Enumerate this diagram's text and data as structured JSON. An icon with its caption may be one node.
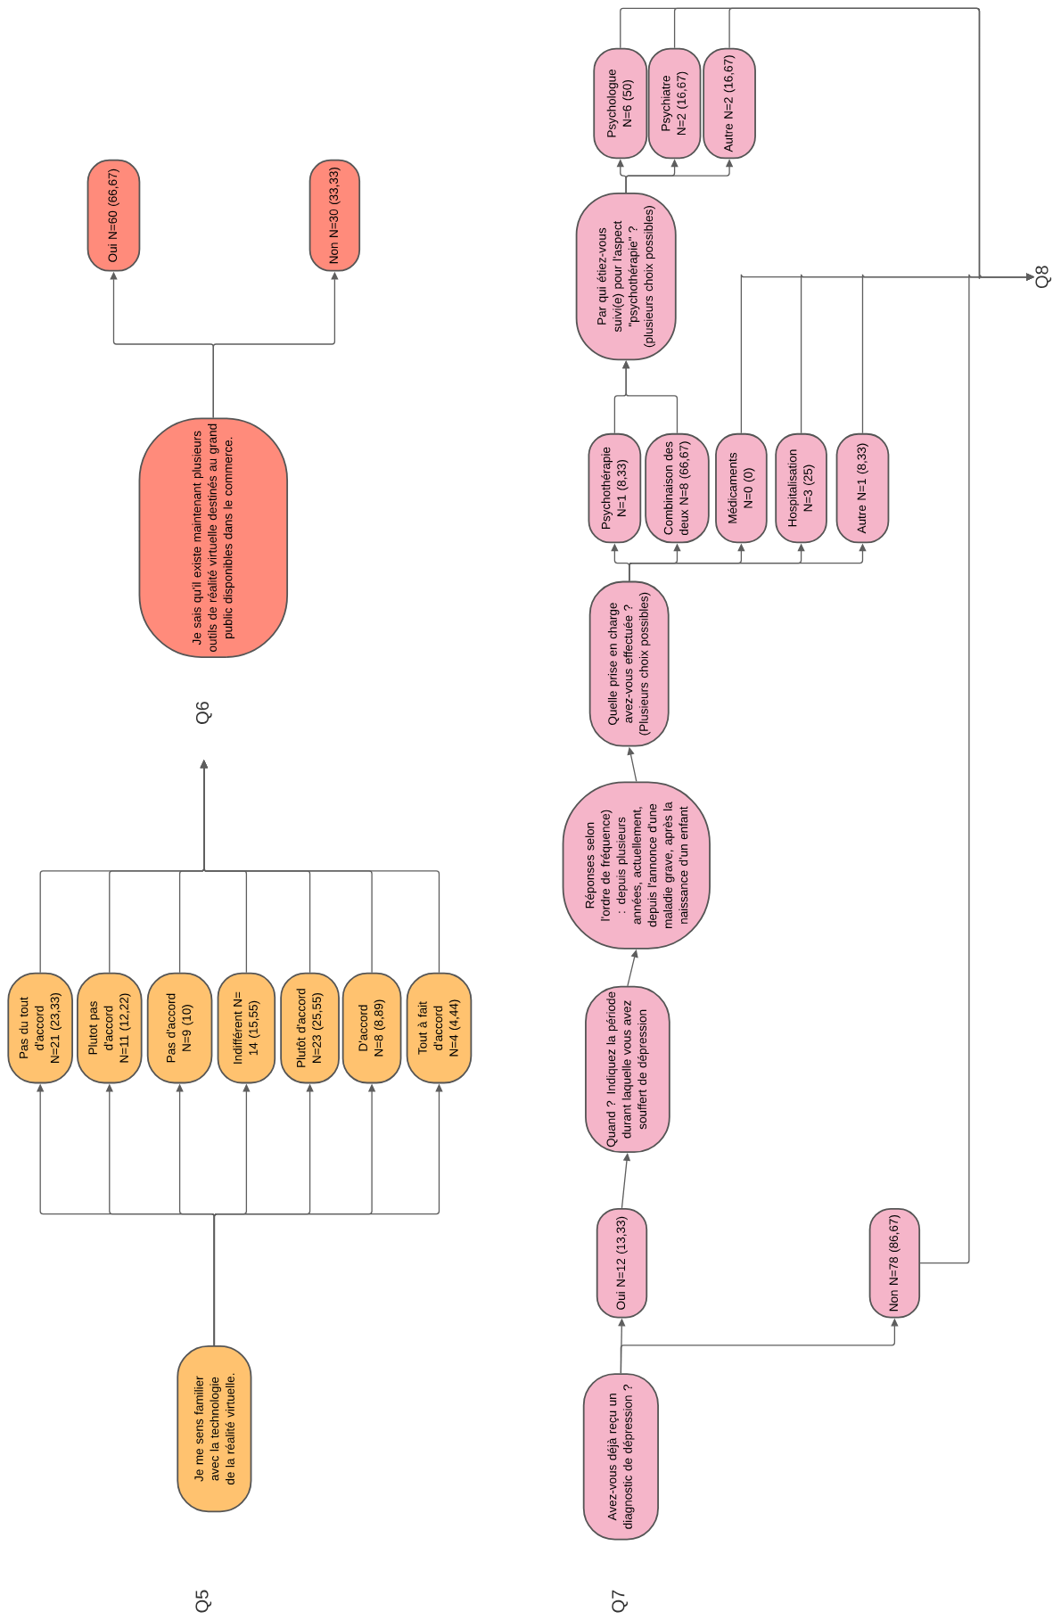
{
  "diagram": {
    "nodes": [
      {
        "text": [
          "Je me sens familier avec la technologie de la réalité virtuelle."
        ]
      },
      {
        "text": [
          "Pas du tout d'accord N=21 (23,33)"
        ]
      },
      {
        "text": [
          "Plutot pas d'accord N=11 (12,22)"
        ]
      },
      {
        "text": [
          "Pas d'accord N=9 (10)"
        ]
      },
      {
        "text": [
          "Indifférent N= 14 (15,55)"
        ]
      },
      {
        "text": [
          "Plutôt d'accord N=23 (25,55)"
        ]
      },
      {
        "text": [
          "D'accord N=8 (8,89)"
        ]
      },
      {
        "text": [
          "Tout à fait d'accord N=4 (4,44)"
        ]
      },
      {
        "text": [
          "Q6"
        ]
      },
      {
        "text": [
          "Je sais qu'il existe maintenant plusieurs outils de réalité virtuelle destinés au grand public disponibles dans le commerce."
        ]
      },
      {
        "text": [
          "Oui N=60 (66,67)"
        ]
      },
      {
        "text": [
          "Non N=30 (33,33)"
        ]
      },
      {
        "text": [
          "Avez-vous déjà reçu un diagnostic de dépression ?"
        ]
      },
      {
        "text": [
          "Oui N=12 (13,33)"
        ]
      },
      {
        "text": [
          "Non N=78 (86,67)"
        ]
      },
      {
        "text": [
          "Quand ? Indiquez la période durant laquelle vous avez souffert de dépression"
        ]
      },
      {
        "text": [
          "Réponses selon l'ordre de fréquence) : depuis plusieurs années, actuellement, depuis l'annonce d'une maladie grave, après la naissance d'un enfant"
        ]
      },
      {
        "text": [
          "Quelle prise en charge avez-vous effectuée ? (Plusieurs choix possibles)"
        ]
      },
      {
        "text": [
          "Psychothérapie N=1 (8,33)"
        ]
      },
      {
        "text": [
          "Combinaison des deux N=8 (66,67)"
        ]
      },
      {
        "text": [
          "Médicaments N=0 (0)"
        ]
      },
      {
        "text": [
          "Hospitalisation N=3 (25)"
        ]
      },
      {
        "text": [
          "Autre N=1 (8,33)"
        ]
      },
      {
        "text": [
          "Par qui étiez-vous suivi(e) pour l'aspect \"psychothérapie\" ? (plusieurs choix possibles)"
        ]
      },
      {
        "text": [
          "Psychologue N=6 (50)"
        ]
      },
      {
        "text": [
          "Psychiatre N=2 (16,67)"
        ]
      },
      {
        "text": [
          "Autre N=2 (16,67)"
        ]
      },
      {
        "text": [
          "Q8"
        ]
      }
    ],
    "edges": [
      {
        "from": 0,
        "to": 1,
        "arrow": "to"
      },
      {
        "from": 0,
        "to": 2,
        "arrow": "to"
      },
      {
        "from": 0,
        "to": 3,
        "arrow": "to"
      },
      {
        "from": 0,
        "to": 4,
        "arrow": "to"
      },
      {
        "from": 0,
        "to": 5,
        "arrow": "to"
      },
      {
        "from": 0,
        "to": 6,
        "arrow": "to"
      },
      {
        "from": 0,
        "to": 7,
        "arrow": "to"
      },
      {
        "from": 1,
        "to": 8,
        "arrow": "to"
      },
      {
        "from": 2,
        "to": 8,
        "arrow": "to"
      },
      {
        "from": 3,
        "to": 8,
        "arrow": "to"
      },
      {
        "from": 4,
        "to": 8,
        "arrow": "to"
      },
      {
        "from": 5,
        "to": 8,
        "arrow": "to"
      },
      {
        "from": 6,
        "to": 8,
        "arrow": "to"
      },
      {
        "from": 7,
        "to": 8,
        "arrow": "to"
      },
      {
        "from": 9,
        "to": 10,
        "arrow": "to"
      },
      {
        "from": 9,
        "to": 11,
        "arrow": "to"
      },
      {
        "from": 12,
        "to": 13,
        "arrow": "to"
      },
      {
        "from": 12,
        "to": 14,
        "arrow": "to"
      },
      {
        "from": 13,
        "to": 15,
        "arrow": "to"
      },
      {
        "from": 15,
        "to": 16,
        "arrow": "to"
      },
      {
        "from": 16,
        "to": 17,
        "arrow": "to"
      },
      {
        "from": 17,
        "to": 18,
        "arrow": "to"
      },
      {
        "from": 17,
        "to": 19,
        "arrow": "to"
      },
      {
        "from": 17,
        "to": 20,
        "arrow": "to"
      },
      {
        "from": 17,
        "to": 21,
        "arrow": "to"
      },
      {
        "from": 17,
        "to": 22,
        "arrow": "to"
      },
      {
        "from": 18,
        "to": 23,
        "arrow": "to"
      },
      {
        "from": 19,
        "to": 23,
        "arrow": "to"
      },
      {
        "from": 23,
        "to": 24,
        "arrow": "to"
      },
      {
        "from": 23,
        "to": 25,
        "arrow": "to"
      },
      {
        "from": 23,
        "to": 26,
        "arrow": "to"
      },
      {
        "from": 20,
        "to": 27,
        "arrow": "to"
      },
      {
        "from": 21,
        "to": 27,
        "arrow": "to"
      },
      {
        "from": 22,
        "to": 27,
        "arrow": "to"
      },
      {
        "from": 14,
        "to": 27,
        "arrow": "to"
      },
      {
        "from": 24,
        "to": 27,
        "arrow": "to"
      },
      {
        "from": 25,
        "to": 27,
        "arrow": "to"
      },
      {
        "from": 26,
        "to": 27,
        "arrow": "to"
      }
    ],
    "labels": [
      "Q5",
      "Q7"
    ]
  }
}
